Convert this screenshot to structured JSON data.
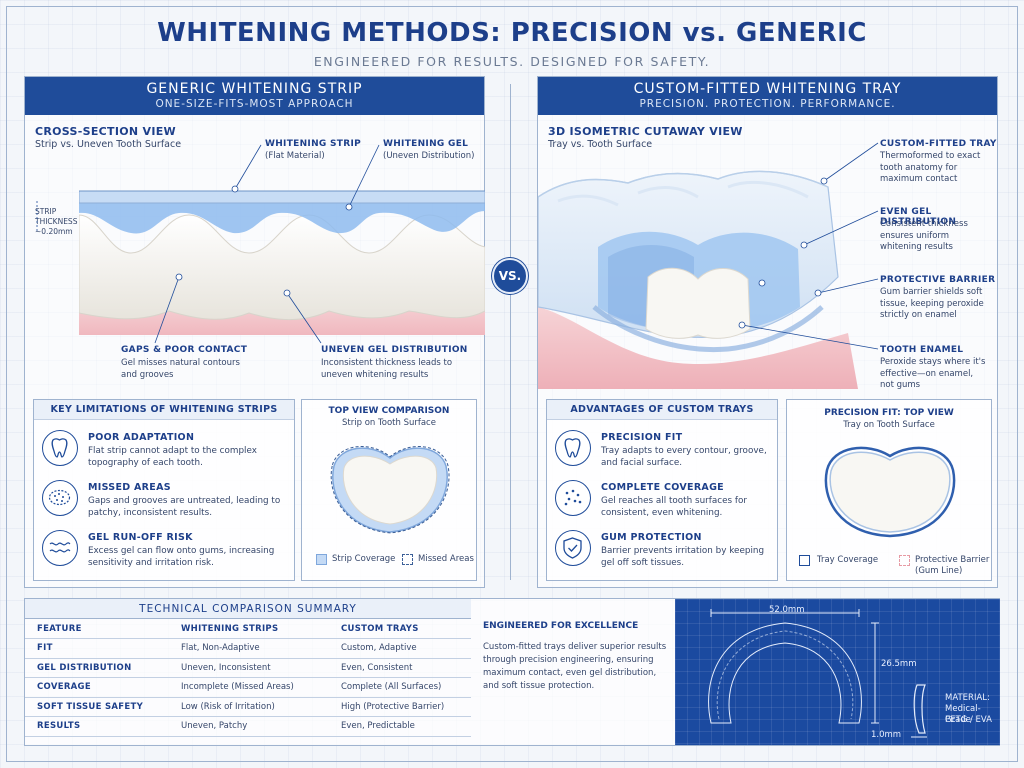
{
  "header": {
    "title": "WHITENING METHODS: PRECISION vs. GENERIC",
    "subtitle": "ENGINEERED FOR RESULTS. DESIGNED FOR SAFETY."
  },
  "vs_label": "VS.",
  "left_panel": {
    "title": "GENERIC WHITENING STRIP",
    "subtitle": "ONE-SIZE-FITS-MOST APPROACH",
    "view_title": "CROSS-SECTION VIEW",
    "view_subtitle": "Strip vs. Uneven Tooth Surface",
    "strip_thickness_label": [
      "STRIP",
      "THICKNESS",
      "~0.20mm"
    ],
    "callouts": [
      {
        "title": "WHITENING STRIP",
        "body": "(Flat Material)"
      },
      {
        "title": "WHITENING GEL",
        "body": "(Uneven Distribution)"
      },
      {
        "title": "GAPS & POOR CONTACT",
        "body": "Gel misses natural contours and grooves"
      },
      {
        "title": "UNEVEN GEL DISTRIBUTION",
        "body": "Inconsistent thickness leads to uneven whitening results"
      }
    ],
    "limitations": {
      "title": "KEY LIMITATIONS OF WHITENING STRIPS",
      "items": [
        {
          "icon": "tooth-icon",
          "title": "POOR ADAPTATION",
          "body": "Flat strip cannot adapt to the complex topography of each tooth."
        },
        {
          "icon": "dotted-area-icon",
          "title": "MISSED AREAS",
          "body": "Gaps and grooves are untreated, leading to patchy, inconsistent results."
        },
        {
          "icon": "wave-icon",
          "title": "GEL RUN-OFF RISK",
          "body": "Excess gel can flow onto gums, increasing sensitivity and irritation risk."
        }
      ]
    },
    "top_view": {
      "title": "TOP VIEW COMPARISON",
      "subtitle": "Strip on Tooth Surface",
      "legend": [
        "Strip Coverage",
        "Missed Areas"
      ]
    }
  },
  "right_panel": {
    "title": "CUSTOM-FITTED WHITENING TRAY",
    "subtitle": "PRECISION. PROTECTION. PERFORMANCE.",
    "view_title": "3D ISOMETRIC CUTAWAY VIEW",
    "view_subtitle": "Tray vs. Tooth Surface",
    "callouts": [
      {
        "title": "CUSTOM-FITTED TRAY",
        "body": "Thermoformed to exact tooth anatomy for maximum contact"
      },
      {
        "title": "EVEN GEL DISTRIBUTION",
        "body": "Consistent thickness ensures uniform whitening results"
      },
      {
        "title": "PROTECTIVE BARRIER",
        "body": "Gum barrier shields soft tissue, keeping peroxide strictly on enamel"
      },
      {
        "title": "TOOTH ENAMEL",
        "body": "Peroxide stays where it's effective—on enamel, not gums"
      }
    ],
    "advantages": {
      "title": "ADVANTAGES OF CUSTOM TRAYS",
      "items": [
        {
          "icon": "tooth-icon",
          "title": "PRECISION FIT",
          "body": "Tray adapts to every contour, groove, and facial surface."
        },
        {
          "icon": "dots-icon",
          "title": "COMPLETE COVERAGE",
          "body": "Gel reaches all tooth surfaces for consistent, even whitening."
        },
        {
          "icon": "shield-check-icon",
          "title": "GUM PROTECTION",
          "body": "Barrier prevents irritation by keeping gel off soft tissues."
        }
      ]
    },
    "top_view": {
      "title": "PRECISION FIT: TOP VIEW",
      "subtitle": "Tray on Tooth Surface",
      "legend": [
        "Tray Coverage",
        "Protective Barrier",
        "(Gum Line)"
      ]
    }
  },
  "technical": {
    "title": "TECHNICAL COMPARISON SUMMARY",
    "columns": [
      "FEATURE",
      "WHITENING STRIPS",
      "CUSTOM TRAYS"
    ],
    "rows": [
      [
        "FIT",
        "Flat, Non-Adaptive",
        "Custom, Adaptive"
      ],
      [
        "GEL DISTRIBUTION",
        "Uneven, Inconsistent",
        "Even, Consistent"
      ],
      [
        "COVERAGE",
        "Incomplete (Missed Areas)",
        "Complete (All Surfaces)"
      ],
      [
        "SOFT TISSUE SAFETY",
        "Low (Risk of Irritation)",
        "High (Protective Barrier)"
      ],
      [
        "RESULTS",
        "Uneven, Patchy",
        "Even, Predictable"
      ]
    ]
  },
  "excellence": {
    "title": "ENGINEERED FOR EXCELLENCE",
    "body": "Custom-fitted trays deliver superior results through precision engineering, ensuring maximum contact, even gel distribution, and soft tissue protection."
  },
  "blueprint": {
    "width_label": "52.0mm",
    "height_label": "26.5mm",
    "thickness_label": "1.0mm",
    "material": [
      "MATERIAL:",
      "Medical-Grade",
      "PETG / EVA"
    ]
  },
  "colors": {
    "primary": "#1f4c9a",
    "gel": "#7fb2ea",
    "gum": "#f2c3c8",
    "enamel": "#f7f6f2"
  }
}
